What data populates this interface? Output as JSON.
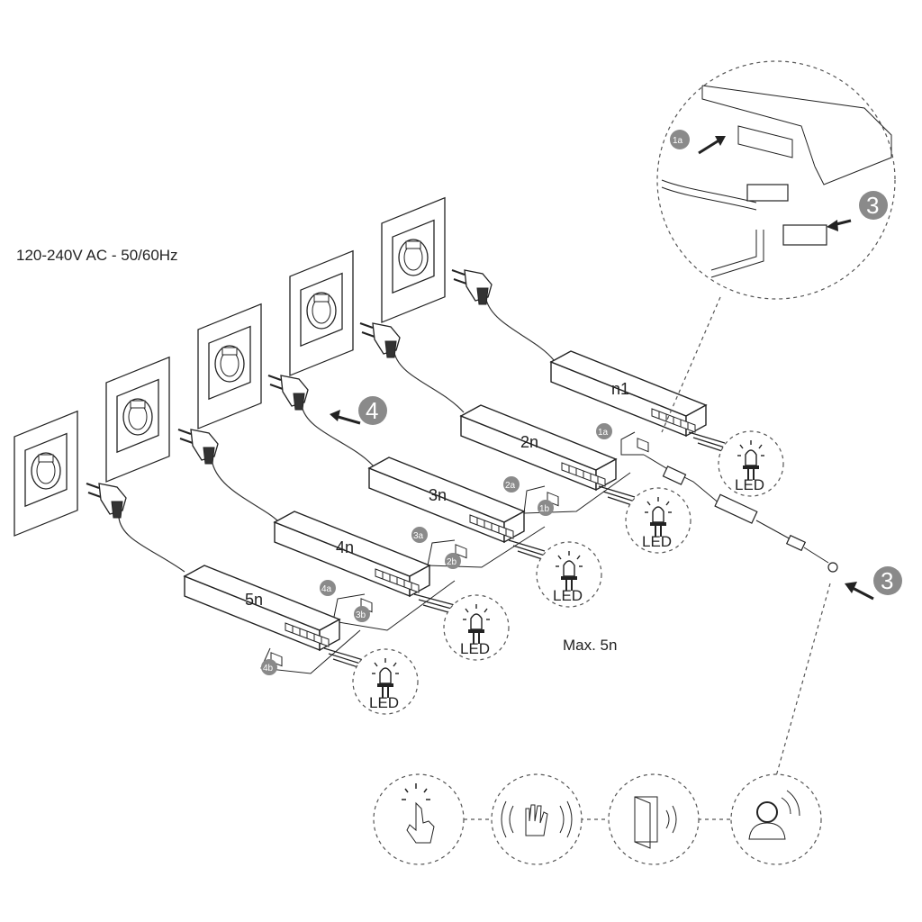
{
  "spec_label": "120-240V AC - 50/60Hz",
  "max_label": "Max. 5n",
  "drivers": [
    {
      "label": "n1"
    },
    {
      "label": "2n"
    },
    {
      "label": "3n"
    },
    {
      "label": "4n"
    },
    {
      "label": "5n"
    }
  ],
  "led_label": "LED",
  "steps": {
    "s1a_detail": "1a",
    "s1a": "1a",
    "s1b": "1b",
    "s2a": "2a",
    "s2b": "2b",
    "s3a": "3a",
    "s3b": "3b",
    "s4a": "4a",
    "s4b": "4b",
    "s3_detail": "3",
    "s3_sensor": "3",
    "s4_plug": "4"
  },
  "sensor_icons": [
    "touch-icon",
    "hand-wave-icon",
    "door-sensor-icon",
    "presence-sensor-icon"
  ],
  "colors": {
    "line": "#222222",
    "badge": "#8a8a8a",
    "fill": "#ffffff"
  }
}
